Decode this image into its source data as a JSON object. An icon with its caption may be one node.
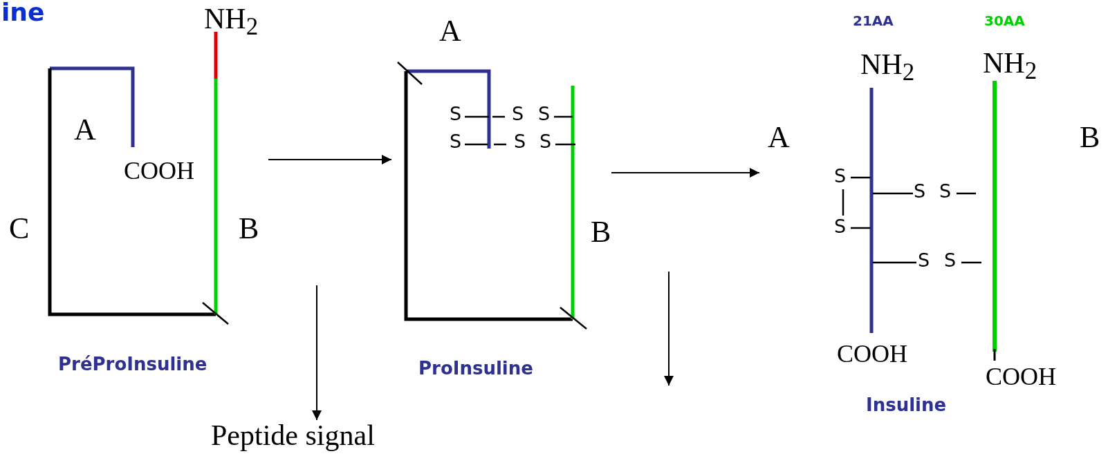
{
  "diagram": {
    "title": "ine",
    "nodes": [
      {
        "text": [
          "NH$_{2}$",
          "A",
          "COOH",
          "C",
          "B",
          "PréProInsuline"
        ]
      },
      {
        "text": [
          "A",
          "S",
          "S",
          "S",
          "S",
          "S",
          "S",
          "B",
          "ProInsuline"
        ]
      },
      {
        "text": [
          "21AA",
          "30AA",
          "NH$_{2}$",
          "NH$_{2}$",
          "A",
          "B",
          "S",
          "S",
          "S",
          "S",
          "S",
          "S",
          "COOH",
          "COOH",
          "Insuline"
        ]
      },
      {
        "text": [
          "Peptide signal"
        ]
      }
    ],
    "edges": [
      {
        "from": 0,
        "to": 1,
        "arrow": "to"
      },
      {
        "from": 1,
        "to": 2,
        "arrow": "to"
      },
      {
        "from": null,
        "to": 3,
        "arrow": "to"
      }
    ]
  }
}
